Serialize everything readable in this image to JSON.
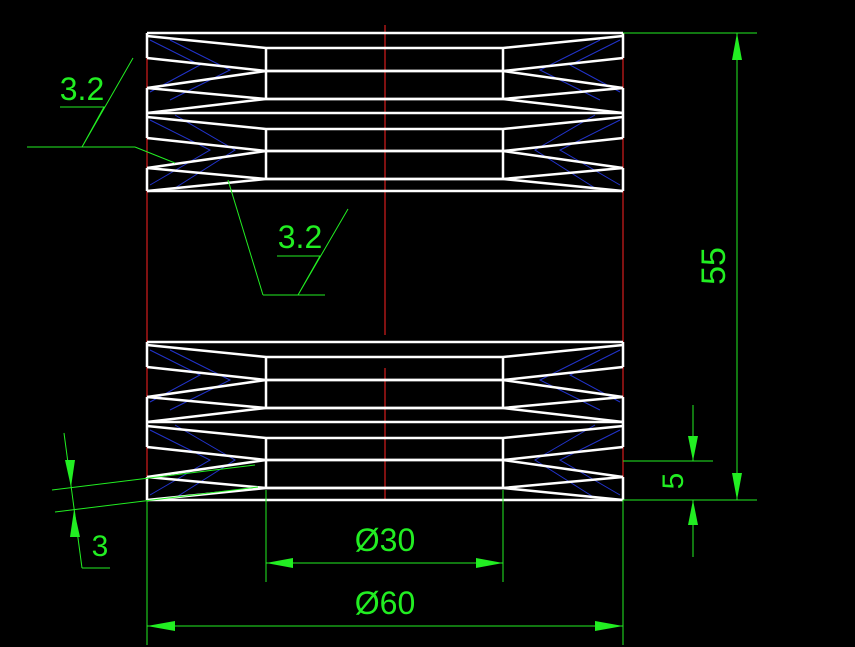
{
  "colors": {
    "background": "#000000",
    "outline": "#ffffff",
    "centerline": "#ff2222",
    "dimension": "#22ee22",
    "hatch": "#2233cc"
  },
  "dimensions": {
    "height": "55",
    "inner_diameter": "Ø30",
    "outer_diameter": "Ø60",
    "step": "5",
    "chamfer": "3"
  },
  "roughness": {
    "top_symbol": "3.2",
    "middle_symbol": "3.2"
  }
}
